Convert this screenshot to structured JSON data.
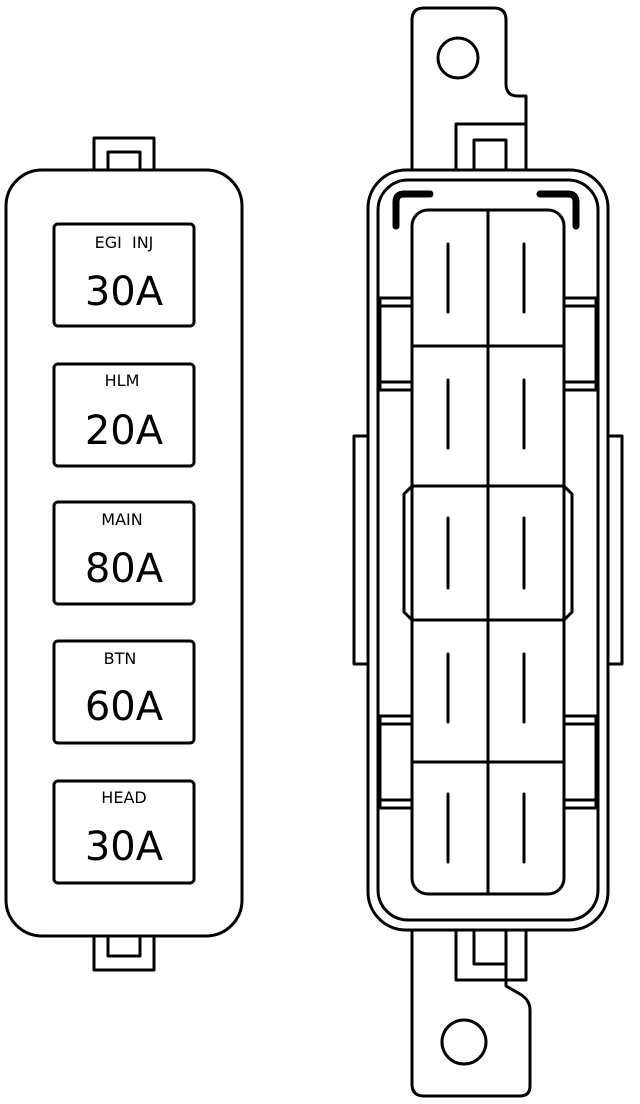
{
  "fuses": [
    {
      "label": "EGI  INJ",
      "rating": "30A"
    },
    {
      "label": "HLM",
      "rating": "20A"
    },
    {
      "label": "MAIN",
      "rating": "80A"
    },
    {
      "label": "BTN",
      "rating": "60A"
    },
    {
      "label": "HEAD",
      "rating": "30A"
    }
  ]
}
